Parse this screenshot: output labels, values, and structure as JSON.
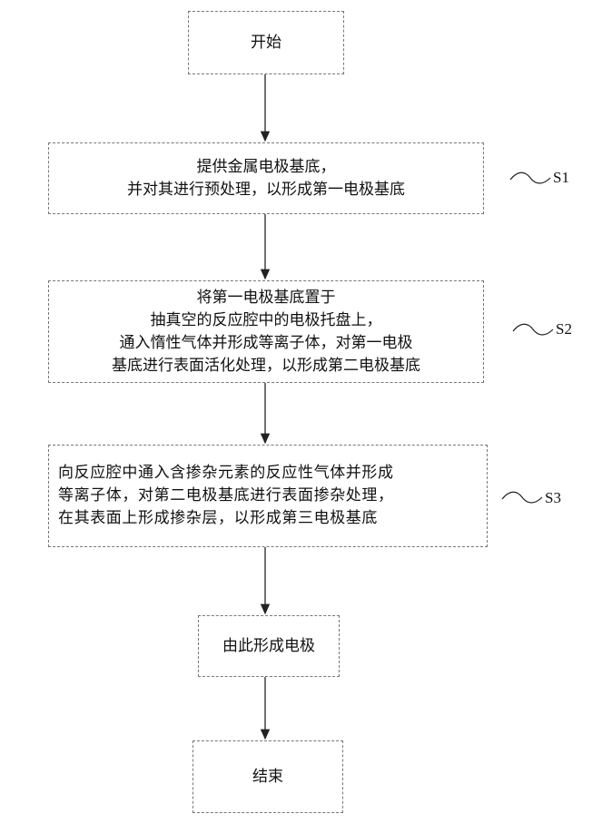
{
  "nodes": {
    "start": "开始",
    "s1": [
      "提供金属电极基底，",
      "并对其进行预处理，以形成第一电极基底"
    ],
    "s2": [
      "将第一电极基底置于",
      "抽真空的反应腔中的电极托盘上，",
      "通入惰性气体并形成等离子体，对第一电极",
      "基底进行表面活化处理，以形成第二电极基底"
    ],
    "s3": [
      "向反应腔中通入含掺杂元素的反应性气体并形成",
      "等离子体，对第二电极基底进行表面掺杂处理，",
      "在其表面上形成掺杂层，以形成第三电极基底"
    ],
    "form": "由此形成电极",
    "end": "结束"
  },
  "step_labels": {
    "s1": "S1",
    "s2": "S2",
    "s3": "S3"
  }
}
